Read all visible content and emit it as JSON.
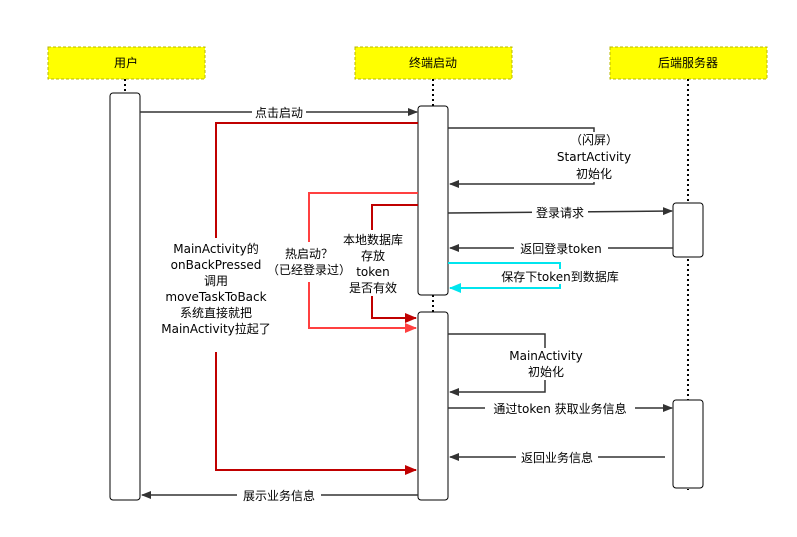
{
  "participants": {
    "user": "用户",
    "terminal": "终端启动",
    "server": "后端服务器"
  },
  "messages": {
    "click_start": "点击启动",
    "flash_1": "（闪屏）",
    "flash_2": "StartActivity",
    "flash_3": "初始化",
    "login_request": "登录请求",
    "return_token": "返回登录token",
    "save_token": "保存下token到数据库",
    "main_init_1": "MainActivity",
    "main_init_2": "初始化",
    "get_business": "通过token 获取业务信息",
    "return_business": "返回业务信息",
    "show_business": "展示业务信息"
  },
  "notes": {
    "back_pressed": [
      "MainActivity的",
      "onBackPressed",
      "调用",
      "moveTaskToBack",
      "系统直接就把",
      "MainActivity拉起了"
    ],
    "hot_start": [
      "热启动？",
      "（已经登录过）"
    ],
    "local_db": [
      "本地数据库",
      "存放",
      "token",
      "是否有效"
    ]
  },
  "colors": {
    "header_fill": "#ffff00",
    "header_border": "#b8b800",
    "arrow": "#333333",
    "dark_red": "#c00000",
    "light_red": "#ff4040",
    "cyan": "#00e5ee"
  }
}
